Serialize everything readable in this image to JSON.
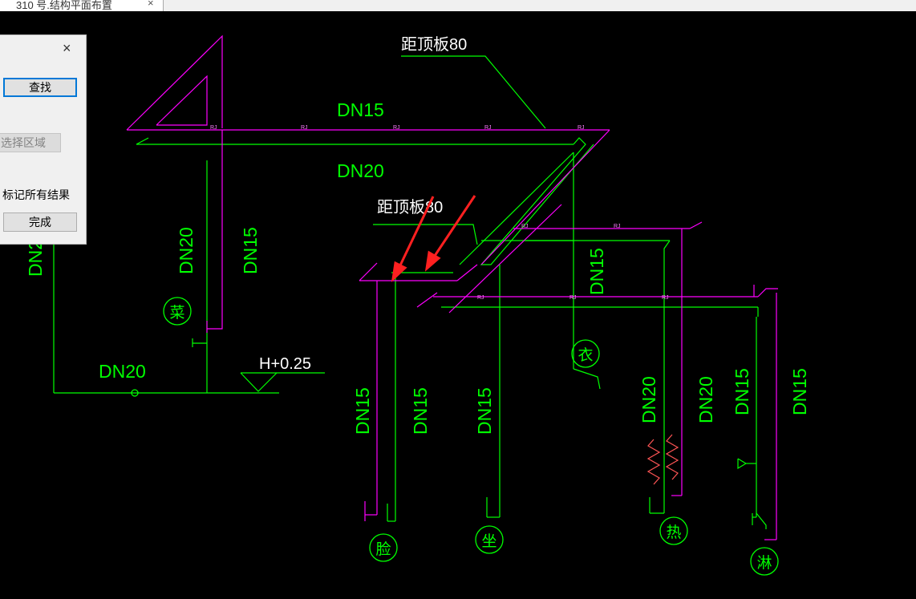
{
  "window": {
    "tab_title": "310 号.结构平面布置",
    "tab_close": "×"
  },
  "dialog": {
    "close": "×",
    "find_button": "查找",
    "select_area_button": "选择区域",
    "mark_all_label": "标记所有结果",
    "done_button": "完成"
  },
  "drawing": {
    "labels": {
      "dist_top": "距顶板80",
      "dist_mid": "距顶板80",
      "dn15_top": "DN15",
      "dn20_top": "DN20",
      "dn2_left": "DN2",
      "dn20_vert_left": "DN20",
      "dn15_vert_left": "DN15",
      "dn20_horizontal": "DN20",
      "elevation": "H+0.25",
      "dn15_basin1": "DN15",
      "dn15_basin2": "DN15",
      "dn15_toilet": "DN15",
      "dn15_laundry": "DN15",
      "dn20_heater1": "DN20",
      "dn20_heater2": "DN20",
      "dn15_shower1": "DN15",
      "dn15_shower2": "DN15"
    },
    "fixtures": {
      "vegetable": "菜",
      "laundry": "衣",
      "basin": "脸",
      "toilet": "坐",
      "heater": "热",
      "shower": "淋"
    },
    "pipe_tag": "RJ",
    "colors": {
      "background": "#000000",
      "cold_pipe": "#00ff00",
      "hot_pipe": "#ff00ff",
      "annotation": "#ffffff",
      "arrow": "#ff2020",
      "heater_coil": "#ff5555"
    }
  }
}
